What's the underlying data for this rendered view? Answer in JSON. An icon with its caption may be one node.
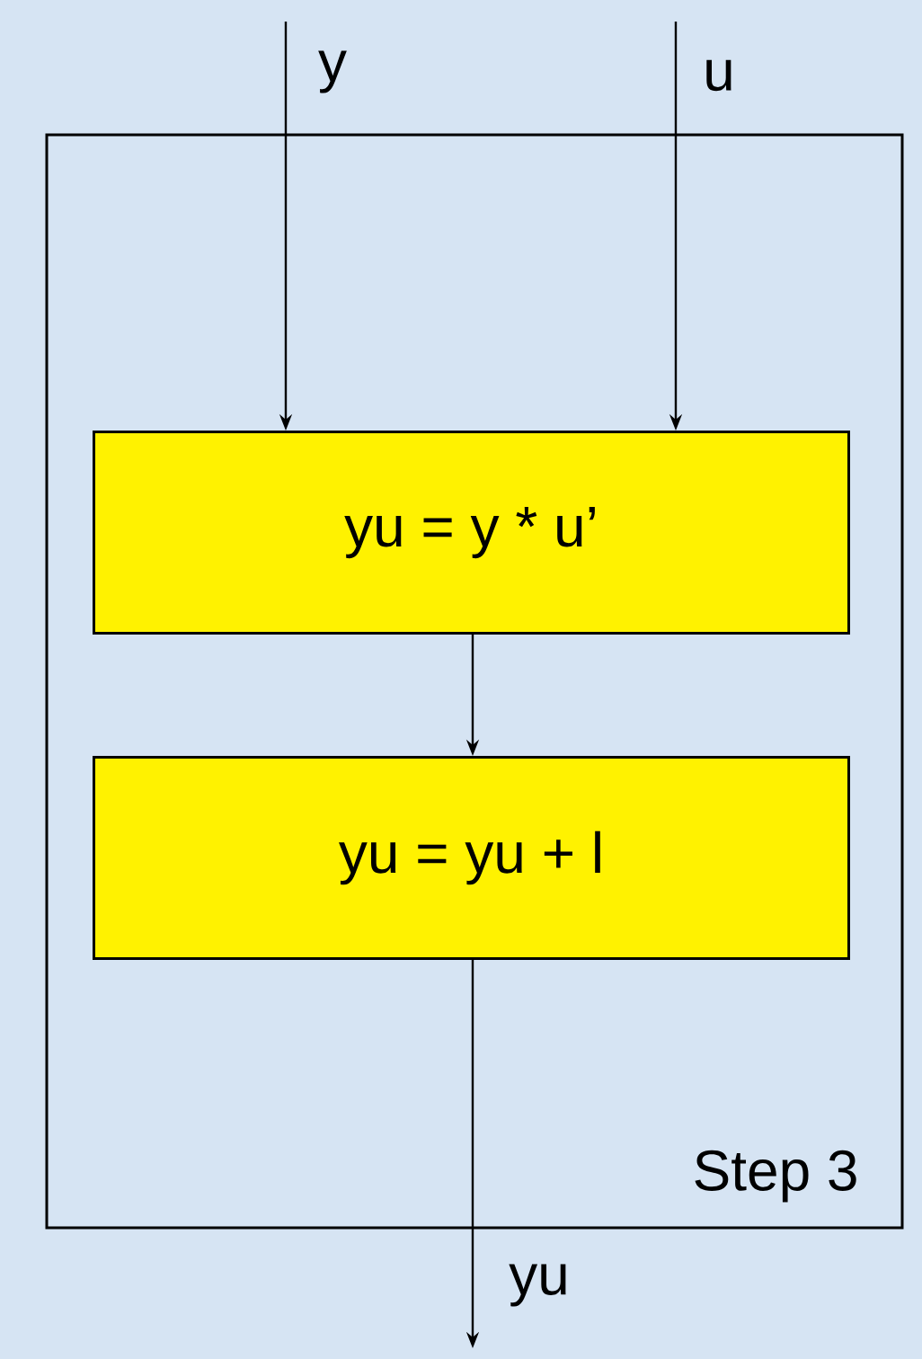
{
  "diagram": {
    "nodes": [
      {
        "text": [
          "Step 3"
        ]
      },
      {
        "text": [
          "yu = y * u’"
        ],
        "in": 0
      },
      {
        "text": [
          "yu = yu + l"
        ],
        "in": 0
      }
    ],
    "edges": [
      {
        "from": null,
        "to": 1,
        "arrow": "to",
        "label": "y"
      },
      {
        "from": null,
        "to": 1,
        "arrow": "to",
        "label": "u"
      },
      {
        "from": 1,
        "to": 2,
        "arrow": "to"
      },
      {
        "from": 2,
        "to": null,
        "arrow": "to",
        "label": "yu"
      }
    ]
  }
}
